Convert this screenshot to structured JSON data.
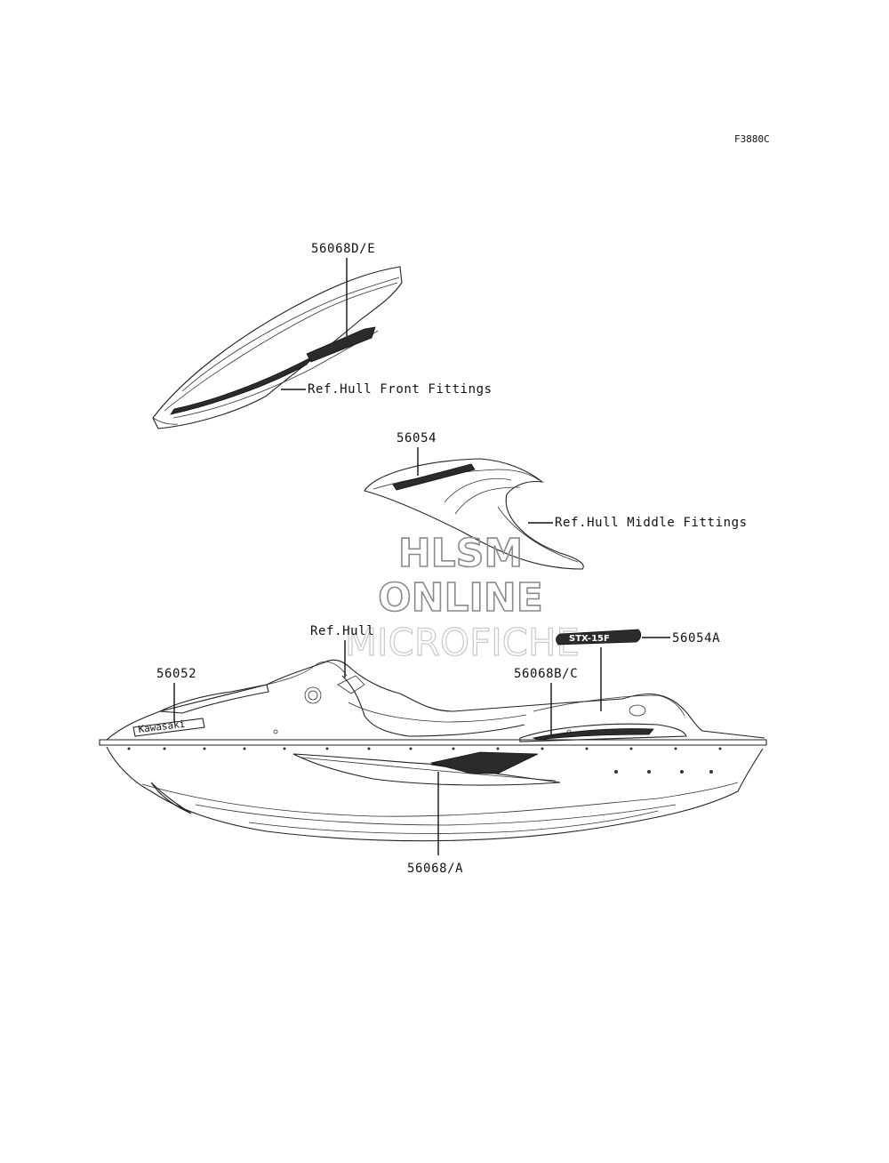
{
  "figure_code": "F3880C",
  "watermark": {
    "line1": "HLSM",
    "line2": "ONLINE",
    "line3": "MICROFICHE"
  },
  "callouts": {
    "front_decal": "56068D/E",
    "front_ref": "Ref.Hull Front Fittings",
    "middle_decal": "56054",
    "middle_ref": "Ref.Hull Middle Fittings",
    "hull_ref": "Ref.Hull",
    "kawasaki_decal": "56052",
    "rear_emblem": "56054A",
    "side_stripe_upper": "56068B/C",
    "side_stripe_main": "56068/A"
  },
  "decal_text": {
    "brand": "Kawasaki",
    "model": "STX-15F"
  }
}
